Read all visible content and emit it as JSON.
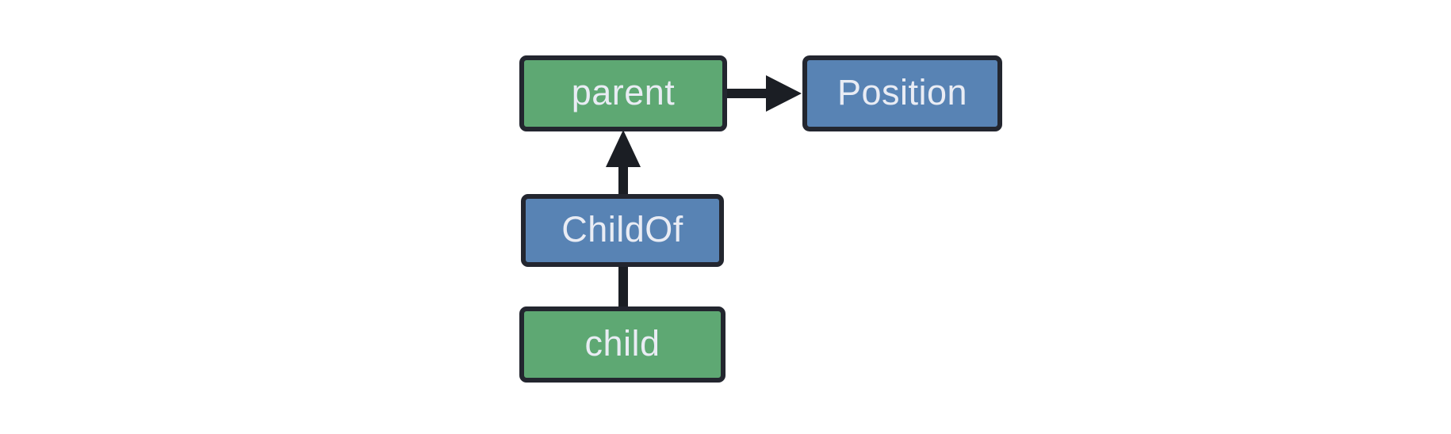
{
  "diagram": {
    "title": "entity relationship diagram",
    "background": "#ffffff",
    "palette": {
      "entity_fill": "#5ea873",
      "component_fill": "#5883b4",
      "node_border": "#23262f",
      "node_text": "#e9ecf4",
      "connector": "#1b1e24"
    },
    "nodes": [
      {
        "id": "parent",
        "label": "parent",
        "kind": "entity"
      },
      {
        "id": "position",
        "label": "Position",
        "kind": "component"
      },
      {
        "id": "childof",
        "label": "ChildOf",
        "kind": "relationship"
      },
      {
        "id": "child",
        "label": "child",
        "kind": "entity"
      }
    ],
    "edges": [
      {
        "from": "parent",
        "to": "position",
        "style": "arrow",
        "direction": "right"
      },
      {
        "from": "childof",
        "to": "parent",
        "style": "arrow",
        "direction": "up"
      },
      {
        "from": "child",
        "to": "childof",
        "style": "line",
        "direction": "up"
      }
    ]
  }
}
